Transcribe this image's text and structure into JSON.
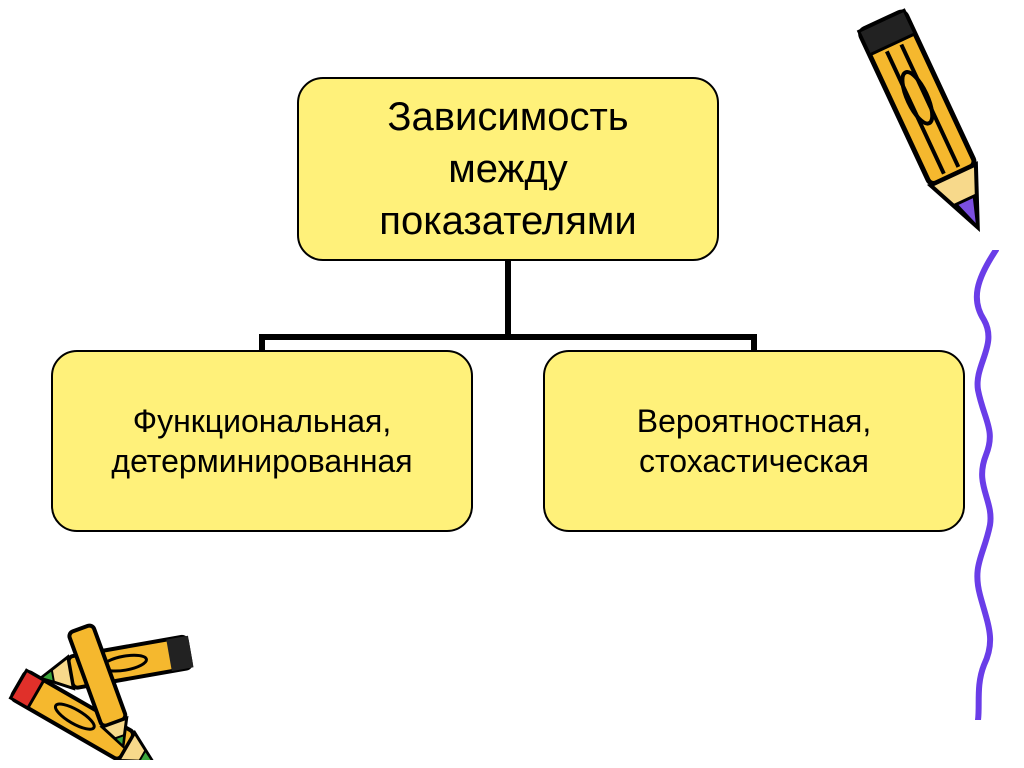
{
  "diagram": {
    "root": {
      "lines": [
        "Зависимость",
        "между",
        "показателями"
      ]
    },
    "children": [
      {
        "lines": [
          "Функциональная,",
          "детерминированная"
        ]
      },
      {
        "lines": [
          "Вероятностная,",
          "стохастическая"
        ]
      }
    ]
  },
  "colors": {
    "node_fill": "#FFF17A",
    "node_border": "#000000",
    "connector": "#000000",
    "wave": "#6A3DE8",
    "pencil_body": "#F5B82E",
    "pencil_stripe": "#000000",
    "pencil_tip_purple": "#7B4FE0",
    "pencil_tip_red": "#E0302A",
    "pencil_tip_green": "#3BA63B"
  },
  "icons": [
    "pencil-icon",
    "crossed-pencils-icon",
    "wavy-border-line"
  ]
}
